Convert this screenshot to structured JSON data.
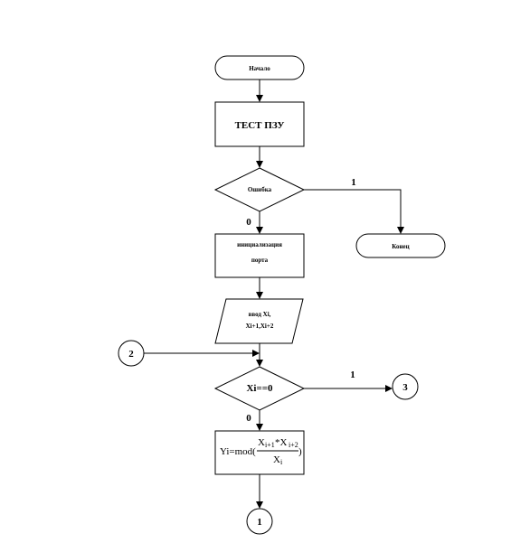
{
  "flowchart": {
    "start_label": "Начало",
    "rom_test_label": "ТЕСТ ПЗУ",
    "error_check_label": "Ошибка",
    "error_yes_label": "1",
    "error_no_label": "0",
    "end_label": "Конец",
    "port_init_line1": "инициализация",
    "port_init_line2": "порта",
    "input_line1": "ввод Xi,",
    "input_line2": "Xi+1,Xi+2",
    "connector_in_label": "2",
    "xi_check_label": "Xi==0",
    "xi_yes_label": "1",
    "xi_no_label": "0",
    "connector_out_label": "3",
    "formula": {
      "lhs": "Yi=mod(",
      "numerator": "X",
      "num_sub1": "i+1",
      "num_mid": "*X",
      "num_sub2": "i+2",
      "denominator": "X",
      "den_sub": "i",
      "rhs": ")"
    },
    "connector_bottom_label": "1"
  }
}
